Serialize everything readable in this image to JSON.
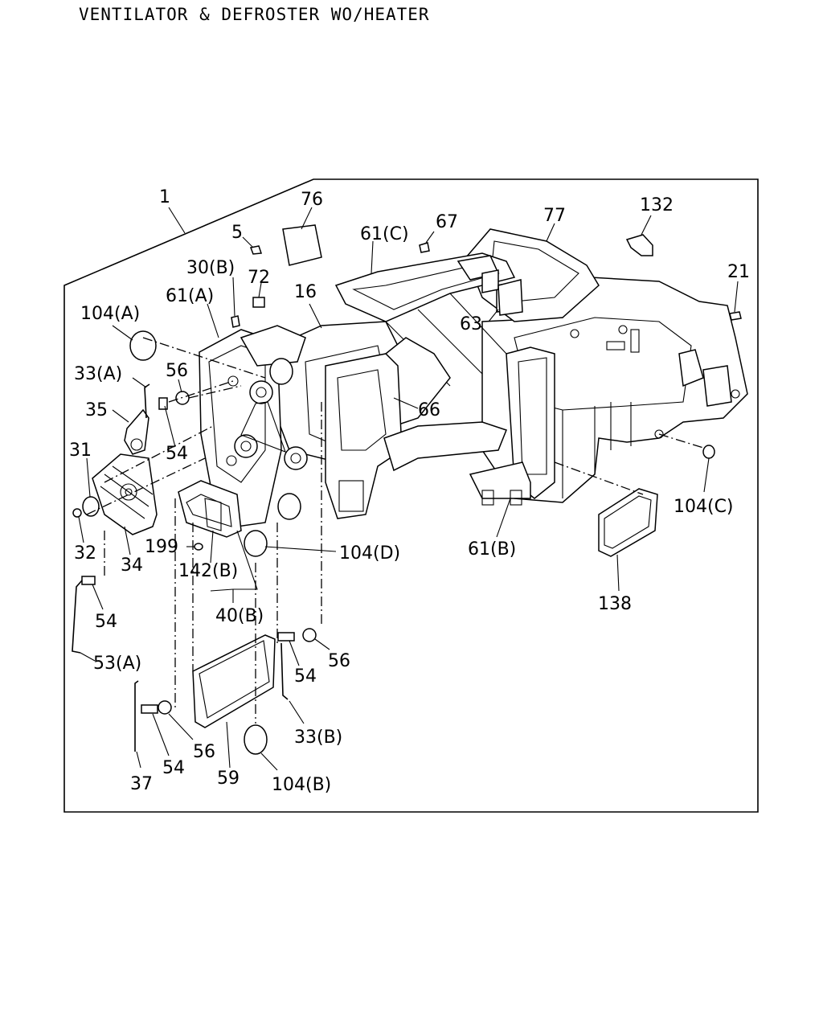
{
  "title": "VENTILATOR & DEFROSTER WO/HEATER",
  "callouts": [
    {
      "id": "c1",
      "text": "1"
    },
    {
      "id": "c76",
      "text": "76"
    },
    {
      "id": "c5",
      "text": "5"
    },
    {
      "id": "c61c",
      "text": "61(C)"
    },
    {
      "id": "c67",
      "text": "67"
    },
    {
      "id": "c77",
      "text": "77"
    },
    {
      "id": "c132",
      "text": "132"
    },
    {
      "id": "c30b",
      "text": "30(B)"
    },
    {
      "id": "c72",
      "text": "72"
    },
    {
      "id": "c61a",
      "text": "61(A)"
    },
    {
      "id": "c16",
      "text": "16"
    },
    {
      "id": "c21",
      "text": "21"
    },
    {
      "id": "c104a",
      "text": "104(A)"
    },
    {
      "id": "c63",
      "text": "63"
    },
    {
      "id": "c33a",
      "text": "33(A)"
    },
    {
      "id": "c56a",
      "text": "56"
    },
    {
      "id": "c35",
      "text": "35"
    },
    {
      "id": "c66",
      "text": "66"
    },
    {
      "id": "c54a",
      "text": "54"
    },
    {
      "id": "c31",
      "text": "31"
    },
    {
      "id": "c104c",
      "text": "104(C)"
    },
    {
      "id": "c32",
      "text": "32"
    },
    {
      "id": "c34",
      "text": "34"
    },
    {
      "id": "c199",
      "text": "199"
    },
    {
      "id": "c104d",
      "text": "104(D)"
    },
    {
      "id": "c61b",
      "text": "61(B)"
    },
    {
      "id": "c142b",
      "text": "142(B)"
    },
    {
      "id": "c138",
      "text": "138"
    },
    {
      "id": "c54b",
      "text": "54"
    },
    {
      "id": "c40b",
      "text": "40(B)"
    },
    {
      "id": "c53a",
      "text": "53(A)"
    },
    {
      "id": "c56b",
      "text": "56"
    },
    {
      "id": "c54c",
      "text": "54"
    },
    {
      "id": "c33b",
      "text": "33(B)"
    },
    {
      "id": "c56c",
      "text": "56"
    },
    {
      "id": "c37",
      "text": "37"
    },
    {
      "id": "c54d",
      "text": "54"
    },
    {
      "id": "c59",
      "text": "59"
    },
    {
      "id": "c104b",
      "text": "104(B)"
    }
  ]
}
